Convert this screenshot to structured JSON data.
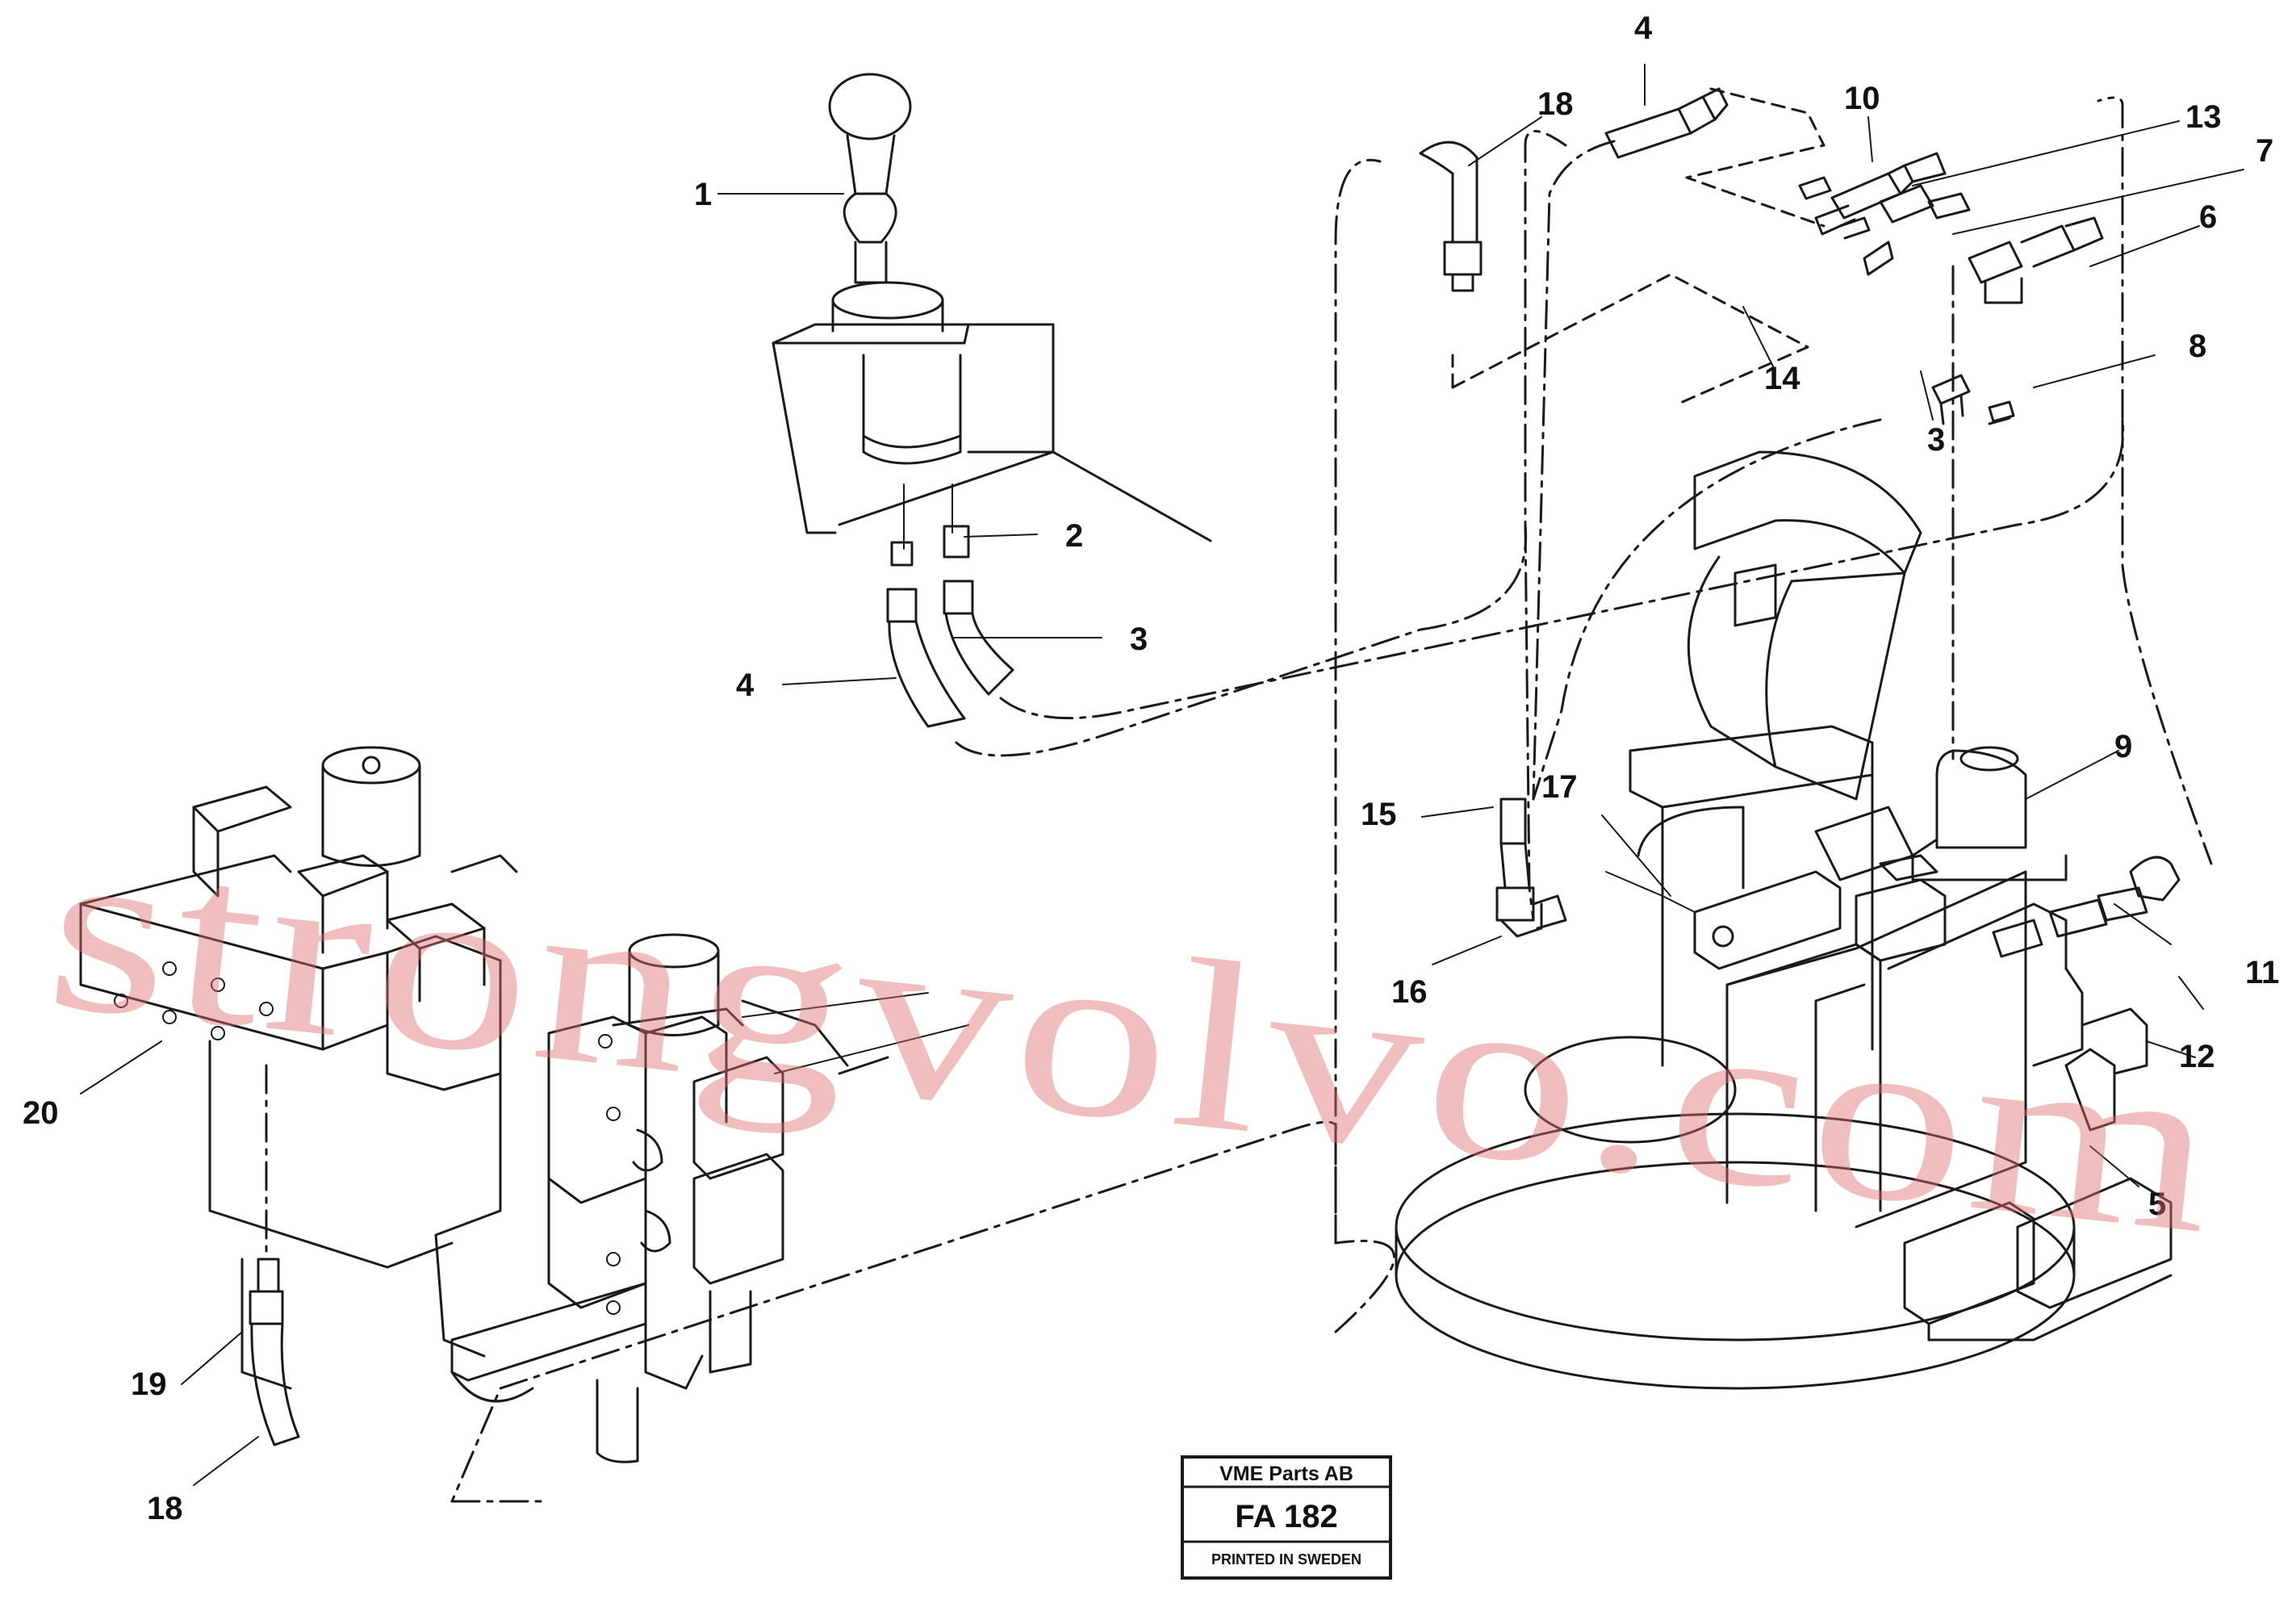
{
  "watermark": "strongvolvo.com",
  "stamp": {
    "company": "VME Parts AB",
    "code": "FA 182",
    "footer": "PRINTED IN SWEDEN"
  },
  "callouts": {
    "c1": "1",
    "c2": "2",
    "c3a": "3",
    "c3b": "3",
    "c4a": "4",
    "c4b": "4",
    "c5": "5",
    "c6": "6",
    "c7": "7",
    "c8": "8",
    "c9": "9",
    "c10": "10",
    "c11": "11",
    "c12": "12",
    "c13": "13",
    "c14": "14",
    "c15": "15",
    "c16": "16",
    "c17": "17",
    "c18a": "18",
    "c18b": "18",
    "c19": "19",
    "c20": "20"
  }
}
